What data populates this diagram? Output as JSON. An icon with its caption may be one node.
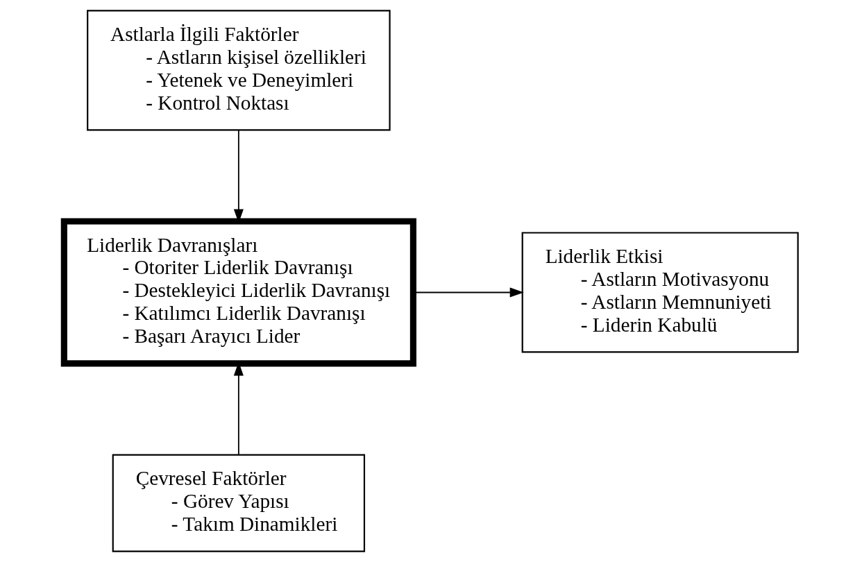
{
  "diagram": {
    "nodes": [
      {
        "text": [
          "Astlarla İlgili Faktörler",
          "- Astların kişisel özellikleri",
          "- Yetenek ve Deneyimleri",
          "- Kontrol Noktası"
        ]
      },
      {
        "text": [
          "Liderlik Davranışları",
          "- Otoriter Liderlik Davranışı",
          "- Destekleyici Liderlik Davranışı",
          "- Katılımcı Liderlik Davranışı",
          "- Başarı Arayıcı Lider"
        ]
      },
      {
        "text": [
          "Liderlik Etkisi",
          "- Astların Motivasyonu",
          "- Astların Memnuniyeti",
          "- Liderin Kabulü"
        ]
      },
      {
        "text": [
          "Çevresel Faktörler",
          "- Görev Yapısı",
          "- Takım Dinamikleri"
        ]
      }
    ],
    "edges": [
      {
        "from": 0,
        "to": 1,
        "arrow": "to"
      },
      {
        "from": 1,
        "to": 2,
        "arrow": "to"
      },
      {
        "from": 3,
        "to": 1,
        "arrow": "to"
      }
    ]
  }
}
